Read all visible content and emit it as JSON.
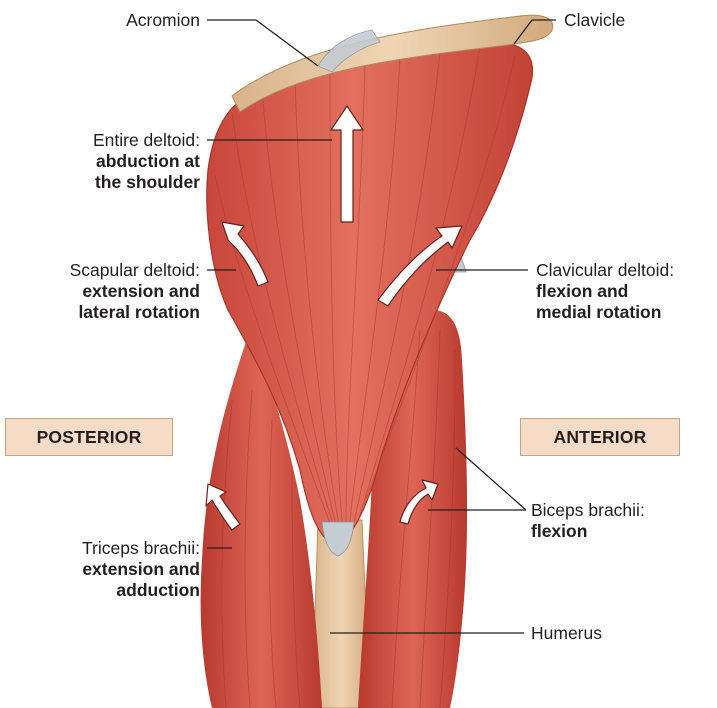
{
  "labels": {
    "acromion": "Acromion",
    "clavicle": "Clavicle",
    "entire_deltoid": {
      "name": "Entire deltoid:",
      "action_1": "abduction at",
      "action_2": "the shoulder"
    },
    "scapular_deltoid": {
      "name": "Scapular deltoid:",
      "action_1": "extension and",
      "action_2": "lateral rotation"
    },
    "clavicular_deltoid": {
      "name": "Clavicular deltoid:",
      "action_1": "flexion and",
      "action_2": "medial rotation"
    },
    "triceps_brachii": {
      "name": "Triceps brachii:",
      "action_1": "extension and",
      "action_2": "adduction"
    },
    "biceps_brachii": {
      "name": "Biceps brachii:",
      "action_1": "flexion"
    },
    "humerus": "Humerus"
  },
  "orientation": {
    "posterior": "POSTERIOR",
    "anterior": "ANTERIOR"
  },
  "colors": {
    "muscle": "#d9574a",
    "muscle_dark": "#b8392f",
    "tendon": "#c5ccd3",
    "bone": "#e5c59f",
    "tag_fill": "#f6dcc6",
    "arrow_fill": "#ffffff"
  }
}
